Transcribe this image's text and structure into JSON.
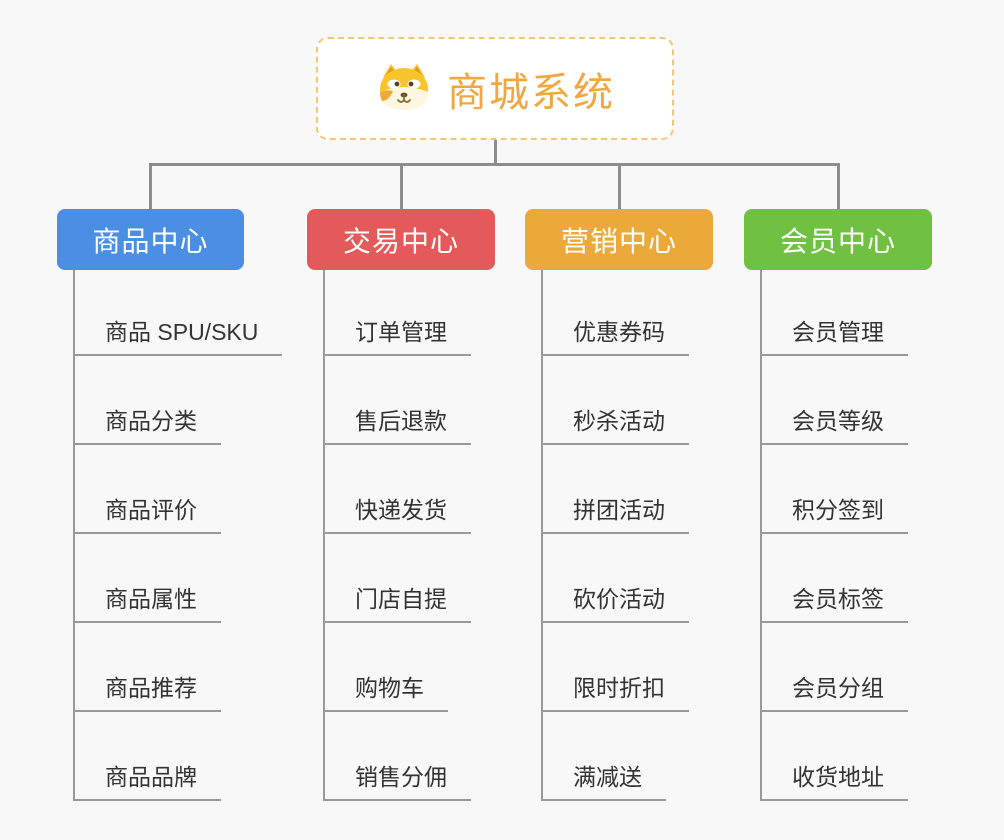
{
  "root": {
    "title": "商城系统",
    "icon": "dog-face-icon",
    "title_color": "#F0A742",
    "border_color": "#F6C475"
  },
  "connector_color": "#8C8C8C",
  "leaf_line_color": "#999999",
  "background_color": "#F8F8F8",
  "branches": [
    {
      "label": "商品中心",
      "color": "#4A8FE4",
      "children": [
        "商品 SPU/SKU",
        "商品分类",
        "商品评价",
        "商品属性",
        "商品推荐",
        "商品品牌"
      ]
    },
    {
      "label": "交易中心",
      "color": "#E45A5A",
      "children": [
        "订单管理",
        "售后退款",
        "快递发货",
        "门店自提",
        "购物车",
        "销售分佣"
      ]
    },
    {
      "label": "营销中心",
      "color": "#EAA939",
      "children": [
        "优惠券码",
        "秒杀活动",
        "拼团活动",
        "砍价活动",
        "限时折扣",
        "满减送"
      ]
    },
    {
      "label": "会员中心",
      "color": "#70C142",
      "children": [
        "会员管理",
        "会员等级",
        "积分签到",
        "会员标签",
        "会员分组",
        "收货地址"
      ]
    }
  ]
}
